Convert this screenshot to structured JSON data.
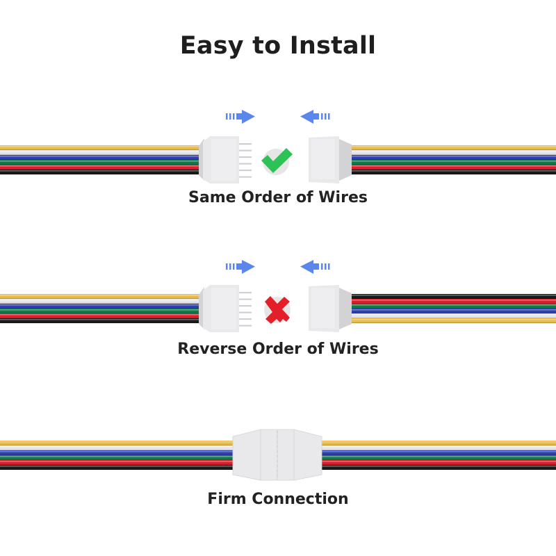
{
  "title": "Easy to Install",
  "sections": [
    {
      "caption": "Same Order of Wires",
      "status_icon": "check-mark-icon",
      "status_color": "#2cc255",
      "left_wire_order": [
        "yellow",
        "white",
        "blue",
        "green",
        "red",
        "black"
      ],
      "right_wire_order": [
        "yellow",
        "white",
        "blue",
        "green",
        "red",
        "black"
      ]
    },
    {
      "caption": "Reverse Order of Wires",
      "status_icon": "cross-mark-icon",
      "status_color": "#e3202a",
      "left_wire_order": [
        "yellow",
        "white",
        "blue",
        "green",
        "red",
        "black"
      ],
      "right_wire_order": [
        "black",
        "red",
        "green",
        "blue",
        "white",
        "yellow"
      ]
    },
    {
      "caption": "Firm Connection",
      "status_icon": "",
      "left_wire_order": [
        "yellow",
        "white",
        "blue",
        "green",
        "red",
        "black"
      ],
      "right_wire_order": [
        "yellow",
        "white",
        "blue",
        "green",
        "red",
        "black"
      ]
    }
  ],
  "colors": {
    "yellow": "#e8bb4a",
    "white": "#e6e6ea",
    "blue": "#2f3fae",
    "green": "#127a4a",
    "red": "#dd1f2c",
    "black": "#1a1a1a",
    "arrow": "#5b86ec",
    "connector": "#e9e9eb",
    "connector_shade": "#d3d3d6",
    "badge_bg": "#e6e6e6"
  }
}
